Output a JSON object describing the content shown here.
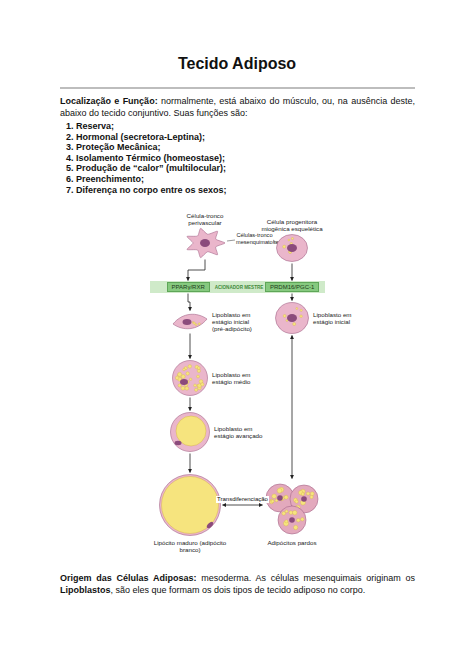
{
  "diagram": {
    "title": "Tecido Adiposo",
    "nodes": [
      {
        "text": [
          "Célula-tronco perivascular"
        ]
      },
      {
        "text": [
          "Célula progenitora miogênica esquelética"
        ]
      },
      {
        "text": [
          "PPARγ/RXR"
        ]
      },
      {
        "text": [
          "PRDM16/PGC-1"
        ]
      },
      {
        "text": [
          "Lipoblasto em estágio inicial (pré-adipócito)"
        ]
      },
      {
        "text": [
          "Lipoblasto em estágio médio"
        ]
      },
      {
        "text": [
          "Lipoblasto em estágio avançado"
        ]
      },
      {
        "text": [
          "Lipócito maduro (adipócito branco)"
        ]
      },
      {
        "text": [
          "Lipoblasto em estágio inicial"
        ]
      },
      {
        "text": [
          "Adipócitos pardos"
        ]
      }
    ],
    "edges": [
      {
        "from": 0,
        "to": 2,
        "arrow": "to"
      },
      {
        "from": 2,
        "to": 4,
        "arrow": "to"
      },
      {
        "from": 4,
        "to": 5,
        "arrow": "to"
      },
      {
        "from": 5,
        "to": 6,
        "arrow": "to"
      },
      {
        "from": 6,
        "to": 7,
        "arrow": "to"
      },
      {
        "from": 1,
        "to": 3,
        "arrow": "to"
      },
      {
        "from": 3,
        "to": 8,
        "arrow": "to"
      },
      {
        "from": 8,
        "to": 9,
        "arrow": "both"
      },
      {
        "from": 7,
        "to": 9,
        "label": "Transdiferenciação",
        "arrow": "both"
      }
    ],
    "labels": [
      "Localização e Função:",
      "normalmente, está abaixo do músculo, ou, na ausência deste, abaixo do tecido conjuntivo. Suas funções são:",
      "1. Reserva;",
      "2. Hormonal (secretora-Leptina);",
      "3. Proteção Mecânica;",
      "4. Isolamento Térmico (homeostase);",
      "5. Produção de “calor” (multilocular);",
      "6. Preenchimento;",
      "7. Diferença no corpo entre os sexos;",
      "Células-tronco mesenquimatosas",
      "ACIONADOR MESTRE",
      "Origem das Células Adiposas:",
      "mesoderma. As células mesenquimais originam os",
      "Lipoblastos",
      ", são eles que formam os dois tipos de tecido adiposo no corpo."
    ]
  }
}
